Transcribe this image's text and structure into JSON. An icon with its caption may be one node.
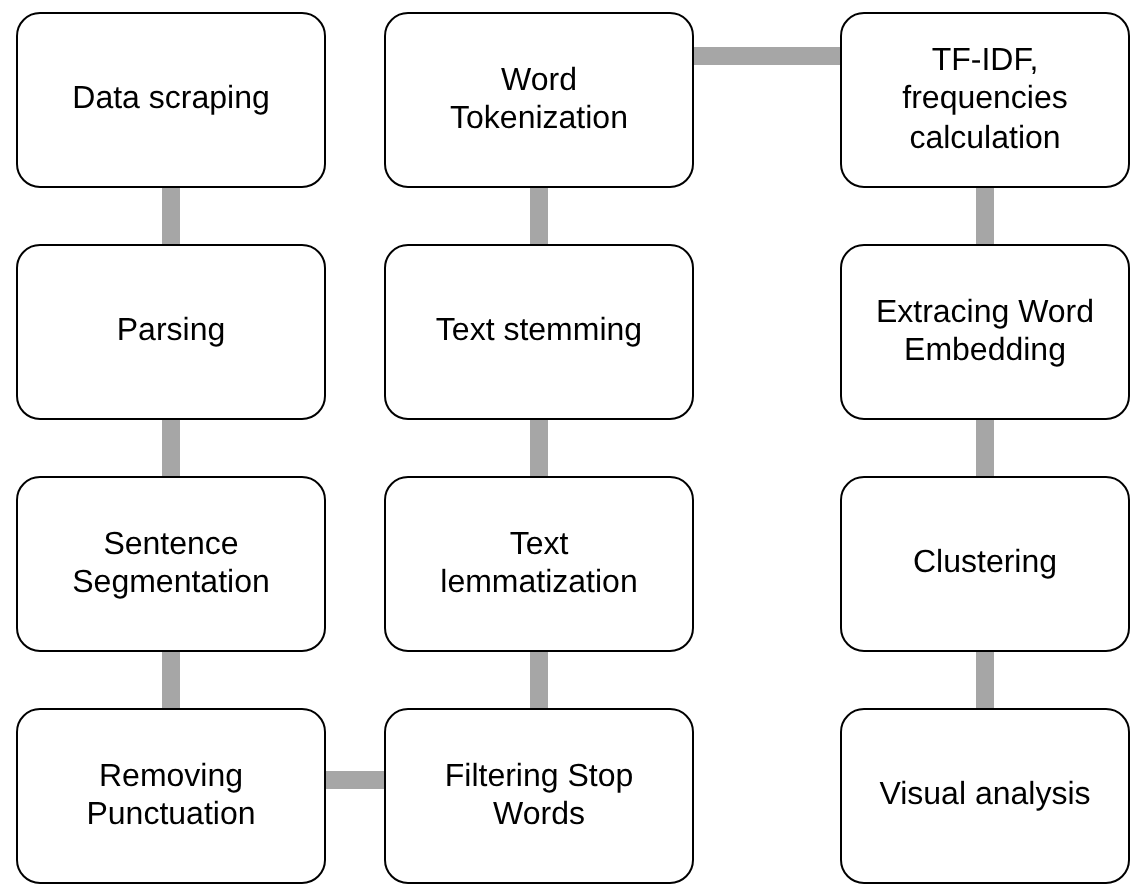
{
  "diagram": {
    "nodes": [
      {
        "text": [
          "Data scraping"
        ]
      },
      {
        "text": [
          "Parsing"
        ]
      },
      {
        "text": [
          "Sentence Segmentation"
        ]
      },
      {
        "text": [
          "Removing Punctuation"
        ]
      },
      {
        "text": [
          "Filtering Stop Words"
        ]
      },
      {
        "text": [
          "Text lemmatization"
        ]
      },
      {
        "text": [
          "Text stemming"
        ]
      },
      {
        "text": [
          "Word Tokenization"
        ]
      },
      {
        "text": [
          "TF-IDF, frequencies calculation"
        ]
      },
      {
        "text": [
          "Extracing Word Embedding"
        ]
      },
      {
        "text": [
          "Clustering"
        ]
      },
      {
        "text": [
          "Visual analysis"
        ]
      }
    ],
    "edges": [
      {
        "from": 0,
        "to": 1,
        "arrow": "none"
      },
      {
        "from": 1,
        "to": 2,
        "arrow": "none"
      },
      {
        "from": 2,
        "to": 3,
        "arrow": "none"
      },
      {
        "from": 3,
        "to": 4,
        "arrow": "none"
      },
      {
        "from": 4,
        "to": 5,
        "arrow": "none"
      },
      {
        "from": 5,
        "to": 6,
        "arrow": "none"
      },
      {
        "from": 6,
        "to": 7,
        "arrow": "none"
      },
      {
        "from": 7,
        "to": 8,
        "arrow": "none"
      },
      {
        "from": 8,
        "to": 9,
        "arrow": "none"
      },
      {
        "from": 9,
        "to": 10,
        "arrow": "none"
      },
      {
        "from": 10,
        "to": 11,
        "arrow": "none"
      }
    ]
  }
}
